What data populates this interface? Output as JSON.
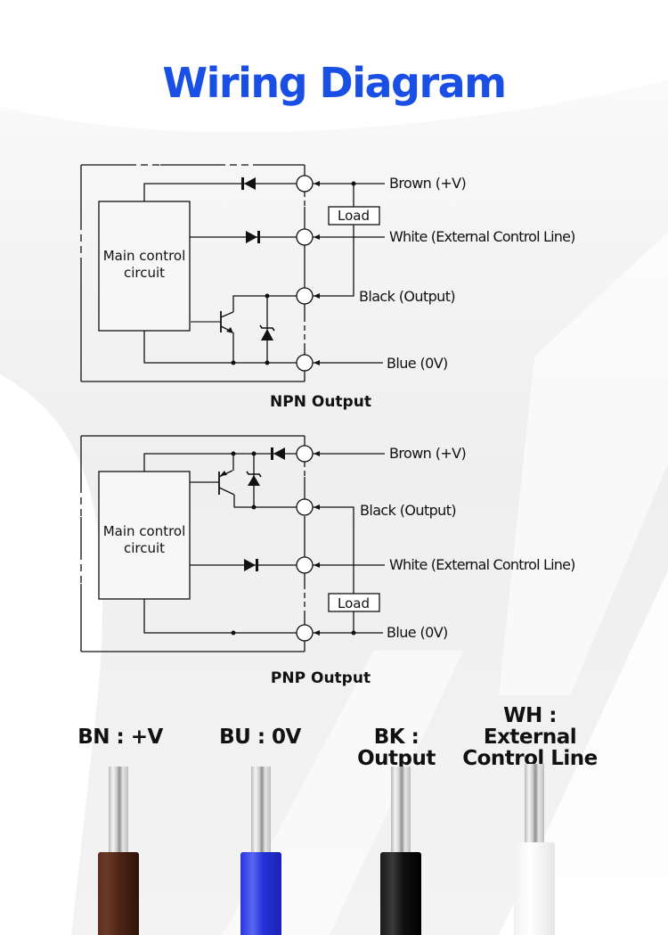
{
  "title": "Wiring Diagram",
  "colors": {
    "title": "#1a4fe6",
    "line": "#111111",
    "brown_wire": "#4a2414",
    "blue_wire": "#2532d8",
    "black_wire": "#111111",
    "white_wire": "#f6f6f6"
  },
  "npn": {
    "caption": "NPN Output",
    "circuit_label_1": "Main control",
    "circuit_label_2": "circuit",
    "load_label": "Load",
    "terminals": [
      {
        "id": "brown",
        "label": "Brown (+V)"
      },
      {
        "id": "white",
        "label": "White (External Control Line)"
      },
      {
        "id": "black",
        "label": "Black (Output)"
      },
      {
        "id": "blue",
        "label": "Blue (0V)"
      }
    ]
  },
  "pnp": {
    "caption": "PNP Output",
    "circuit_label_1": "Main control",
    "circuit_label_2": "circuit",
    "load_label": "Load",
    "terminals": [
      {
        "id": "brown",
        "label": "Brown (+V)"
      },
      {
        "id": "black",
        "label": "Black (Output)"
      },
      {
        "id": "white",
        "label": "White (External Control Line)"
      },
      {
        "id": "blue",
        "label": "Blue (0V)"
      }
    ]
  },
  "wires": [
    {
      "code": "BN",
      "sep": ":",
      "meaning": "+V",
      "line1": "BN : +V",
      "line2": ""
    },
    {
      "code": "BU",
      "sep": ":",
      "meaning": "0V",
      "line1": "BU : 0V",
      "line2": ""
    },
    {
      "code": "BK",
      "sep": ":",
      "meaning": "Output",
      "line1": "BK : Output",
      "line2": ""
    },
    {
      "code": "WH",
      "sep": ":",
      "meaning": "External Control Line",
      "line1": "WH : External",
      "line2": "Control Line"
    }
  ]
}
